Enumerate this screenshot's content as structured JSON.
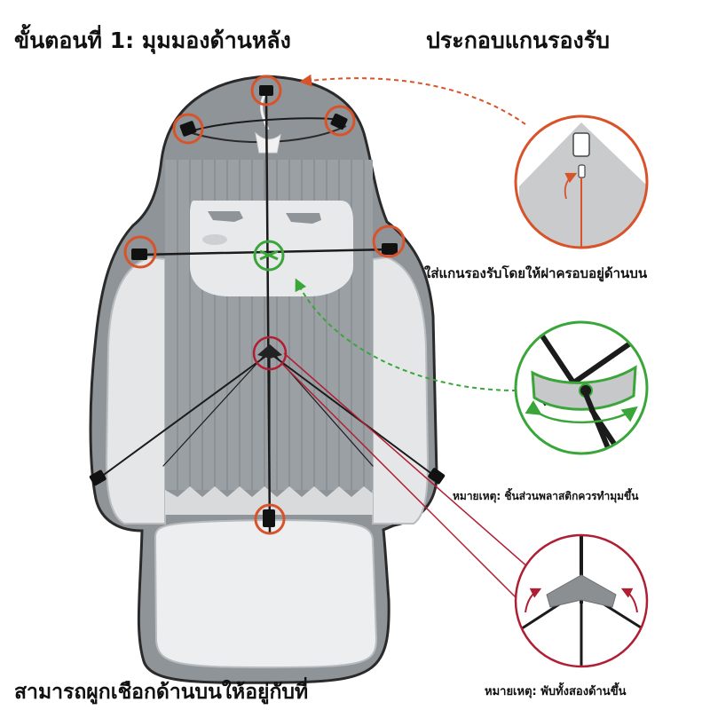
{
  "heading": {
    "step_label": "ขั้นตอนที่ 1: มุมมองด้านหลัง",
    "task_label": "ประกอบแกนรองรับ"
  },
  "annotations": {
    "top_detail": "ใส่แกนรองรับโดยให้ฝาครอบอยู่ด้านบน",
    "middle_detail": "หมายเหตุ: ชิ้นส่วนพลาสติกควรทำมุมขึ้น",
    "bottom_detail": "หมายเหตุ: พับทั้งสองด้านขึ้น",
    "bottom_left": "สามารถผูกเชือกด้านบนให้อยู่กับที่"
  },
  "colors": {
    "callout_orange": "#d9532a",
    "callout_green": "#3aa63a",
    "callout_red": "#b01e34",
    "kite_gray": "#8f9499",
    "rod_black": "#1b1b1b"
  },
  "icons": [
    "connector-cap-icon",
    "cross-connector-icon",
    "center-joint-icon",
    "arrow-icon"
  ]
}
